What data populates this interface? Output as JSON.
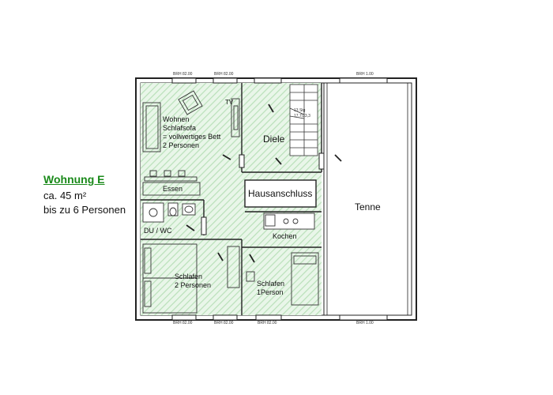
{
  "legend": {
    "title": "Wohnung E",
    "area": "ca. 45 m²",
    "capacity": "bis zu 6 Personen"
  },
  "rooms": {
    "wohnen": [
      "Wohnen",
      "Schlafsofa",
      "= vollwertiges Bett",
      "2 Personen"
    ],
    "tv": "TV",
    "diele": "Diele",
    "stairs": [
      "13 Stg",
      "17,7/23,3"
    ],
    "essen": "Essen",
    "hausanschluss": "Hausanschluss",
    "tenne": "Tenne",
    "duwc": "DU / WC",
    "kochen": "Kochen",
    "schlafen1": [
      "Schlafen",
      "2 Personen"
    ],
    "schlafen2": [
      "Schlafen",
      "1Person"
    ]
  },
  "window_tags": {
    "top": [
      "BRH 82.00",
      "BRH 82.00",
      "BRH 1.00"
    ],
    "bottom": [
      "BRH 82.00",
      "BRH 82.00",
      "BRH 82.00",
      "BRH 1.00"
    ]
  },
  "colors": {
    "hatch": "#b9e0b9",
    "wall": "#222222",
    "title": "#1a8a1a"
  }
}
